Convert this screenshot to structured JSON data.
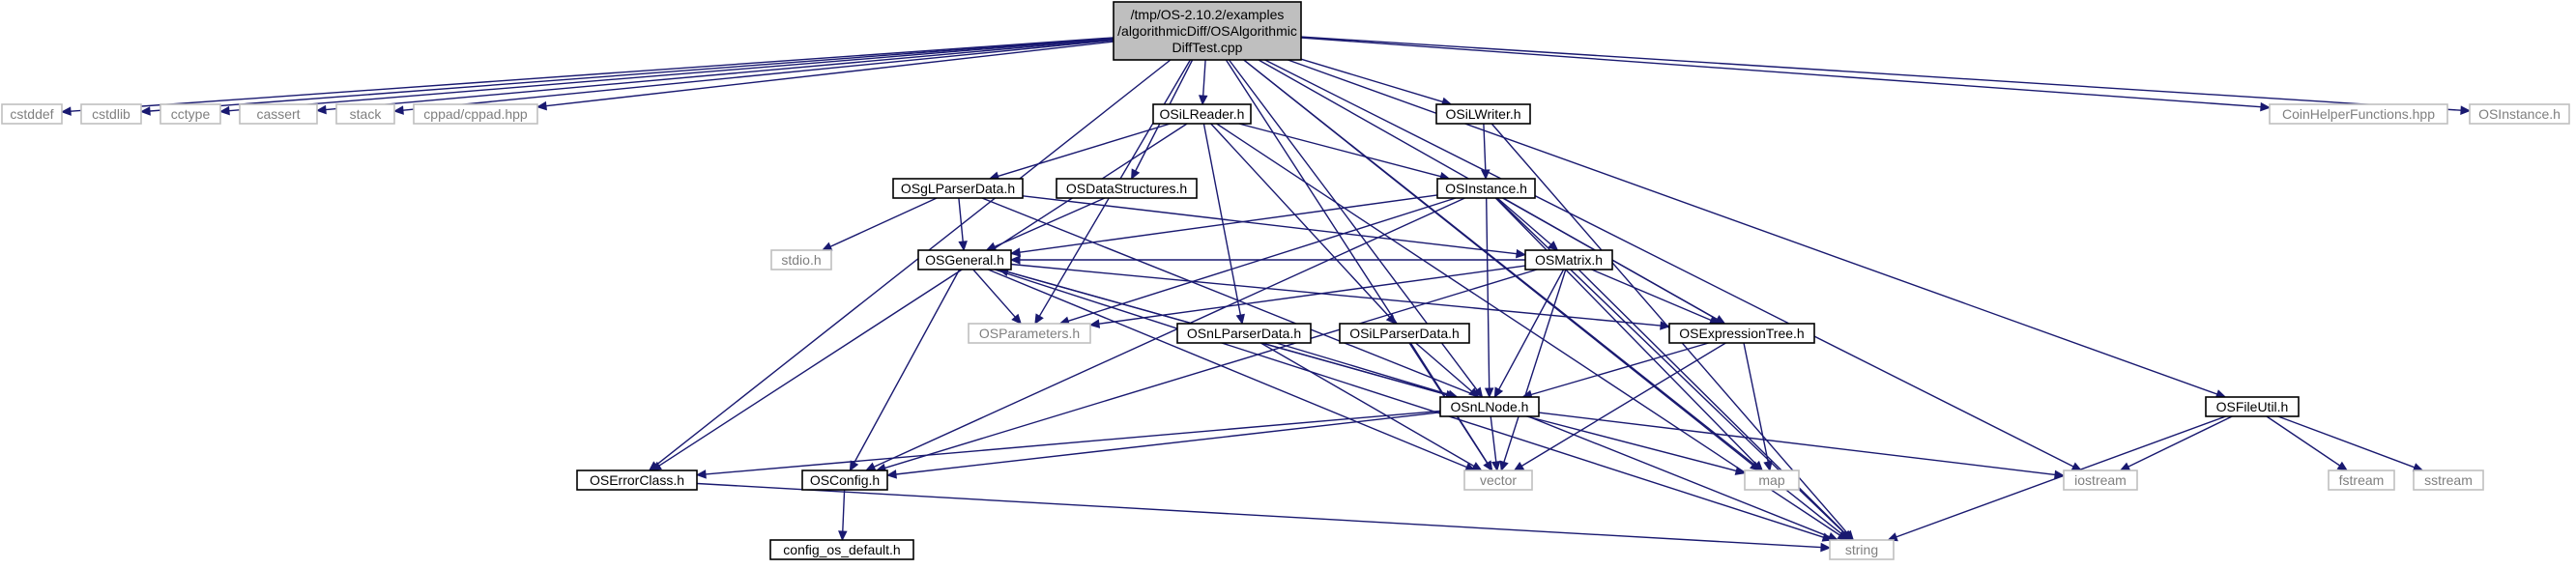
{
  "diagram": {
    "kind": "include-dependency-graph",
    "colors": {
      "edge": "#191970",
      "root_fill": "#bfbfbf",
      "missing_text": "#7f7f7f",
      "missing_border": "#bfbfbf",
      "node_border": "#000000"
    },
    "nodes": [
      {
        "id": "root",
        "label_lines": [
          "/tmp/OS-2.10.2/examples",
          "/algorithmicDiff/OSAlgorithmic",
          "DiffTest.cpp"
        ],
        "style": "root"
      },
      {
        "id": "cstddef",
        "label_lines": [
          "cstddef"
        ],
        "style": "missing"
      },
      {
        "id": "cstdlib",
        "label_lines": [
          "cstdlib"
        ],
        "style": "missing"
      },
      {
        "id": "cctype",
        "label_lines": [
          "cctype"
        ],
        "style": "missing"
      },
      {
        "id": "cassert",
        "label_lines": [
          "cassert"
        ],
        "style": "missing"
      },
      {
        "id": "stack",
        "label_lines": [
          "stack"
        ],
        "style": "missing"
      },
      {
        "id": "cppad",
        "label_lines": [
          "cppad/cppad.hpp"
        ],
        "style": "missing"
      },
      {
        "id": "OSiLReader",
        "label_lines": [
          "OSiLReader.h"
        ],
        "style": "normal"
      },
      {
        "id": "OSiLWriter",
        "label_lines": [
          "OSiLWriter.h"
        ],
        "style": "normal"
      },
      {
        "id": "CoinHelper",
        "label_lines": [
          "CoinHelperFunctions.hpp"
        ],
        "style": "missing"
      },
      {
        "id": "OSInstanceTop",
        "label_lines": [
          "OSInstance.h"
        ],
        "style": "missing"
      },
      {
        "id": "OSgLParserData",
        "label_lines": [
          "OSgLParserData.h"
        ],
        "style": "normal"
      },
      {
        "id": "OSDataStructures",
        "label_lines": [
          "OSDataStructures.h"
        ],
        "style": "normal"
      },
      {
        "id": "OSInstance",
        "label_lines": [
          "OSInstance.h"
        ],
        "style": "normal"
      },
      {
        "id": "stdio",
        "label_lines": [
          "stdio.h"
        ],
        "style": "missing"
      },
      {
        "id": "OSGeneral",
        "label_lines": [
          "OSGeneral.h"
        ],
        "style": "normal"
      },
      {
        "id": "OSMatrix",
        "label_lines": [
          "OSMatrix.h"
        ],
        "style": "normal"
      },
      {
        "id": "OSParameters",
        "label_lines": [
          "OSParameters.h"
        ],
        "style": "missing"
      },
      {
        "id": "OSnLParserData",
        "label_lines": [
          "OSnLParserData.h"
        ],
        "style": "normal"
      },
      {
        "id": "OSiLParserData",
        "label_lines": [
          "OSiLParserData.h"
        ],
        "style": "normal"
      },
      {
        "id": "OSExpressionTree",
        "label_lines": [
          "OSExpressionTree.h"
        ],
        "style": "normal"
      },
      {
        "id": "OSnLNode",
        "label_lines": [
          "OSnLNode.h"
        ],
        "style": "normal"
      },
      {
        "id": "OSFileUtil",
        "label_lines": [
          "OSFileUtil.h"
        ],
        "style": "normal"
      },
      {
        "id": "OSErrorClass",
        "label_lines": [
          "OSErrorClass.h"
        ],
        "style": "normal"
      },
      {
        "id": "OSConfig",
        "label_lines": [
          "OSConfig.h"
        ],
        "style": "normal"
      },
      {
        "id": "vector",
        "label_lines": [
          "vector"
        ],
        "style": "missing"
      },
      {
        "id": "map",
        "label_lines": [
          "map"
        ],
        "style": "missing"
      },
      {
        "id": "iostream",
        "label_lines": [
          "iostream"
        ],
        "style": "missing"
      },
      {
        "id": "fstream",
        "label_lines": [
          "fstream"
        ],
        "style": "missing"
      },
      {
        "id": "sstream",
        "label_lines": [
          "sstream"
        ],
        "style": "missing"
      },
      {
        "id": "config_os_default",
        "label_lines": [
          "config_os_default.h"
        ],
        "style": "normal"
      },
      {
        "id": "string",
        "label_lines": [
          "string"
        ],
        "style": "missing"
      }
    ],
    "edges": [
      [
        "root",
        "cstddef"
      ],
      [
        "root",
        "cstdlib"
      ],
      [
        "root",
        "cctype"
      ],
      [
        "root",
        "cassert"
      ],
      [
        "root",
        "stack"
      ],
      [
        "root",
        "cppad"
      ],
      [
        "root",
        "OSiLReader"
      ],
      [
        "root",
        "OSiLWriter"
      ],
      [
        "root",
        "CoinHelper"
      ],
      [
        "root",
        "OSInstanceTop"
      ],
      [
        "root",
        "OSDataStructures"
      ],
      [
        "root",
        "OSParameters"
      ],
      [
        "root",
        "OSErrorClass"
      ],
      [
        "root",
        "OSExpressionTree"
      ],
      [
        "root",
        "OSnLNode"
      ],
      [
        "root",
        "vector"
      ],
      [
        "root",
        "map"
      ],
      [
        "root",
        "iostream"
      ],
      [
        "root",
        "OSFileUtil"
      ],
      [
        "root",
        "string"
      ],
      [
        "OSiLReader",
        "OSgLParserData"
      ],
      [
        "OSiLReader",
        "OSInstance"
      ],
      [
        "OSiLReader",
        "OSnLParserData"
      ],
      [
        "OSiLReader",
        "OSiLParserData"
      ],
      [
        "OSiLReader",
        "OSErrorClass"
      ],
      [
        "OSiLReader",
        "string"
      ],
      [
        "OSiLWriter",
        "OSInstance"
      ],
      [
        "OSiLWriter",
        "string"
      ],
      [
        "OSgLParserData",
        "stdio"
      ],
      [
        "OSgLParserData",
        "OSGeneral"
      ],
      [
        "OSgLParserData",
        "OSMatrix"
      ],
      [
        "OSgLParserData",
        "string"
      ],
      [
        "OSDataStructures",
        "OSGeneral"
      ],
      [
        "OSInstance",
        "OSGeneral"
      ],
      [
        "OSInstance",
        "OSMatrix"
      ],
      [
        "OSInstance",
        "OSParameters"
      ],
      [
        "OSInstance",
        "OSExpressionTree"
      ],
      [
        "OSInstance",
        "OSnLNode"
      ],
      [
        "OSInstance",
        "OSConfig"
      ],
      [
        "OSInstance",
        "map"
      ],
      [
        "OSInstance",
        "string"
      ],
      [
        "OSGeneral",
        "OSParameters"
      ],
      [
        "OSGeneral",
        "OSConfig"
      ],
      [
        "OSGeneral",
        "OSExpressionTree"
      ],
      [
        "OSGeneral",
        "OSnLNode"
      ],
      [
        "OSGeneral",
        "vector"
      ],
      [
        "OSGeneral",
        "string"
      ],
      [
        "OSMatrix",
        "OSGeneral"
      ],
      [
        "OSMatrix",
        "OSParameters"
      ],
      [
        "OSMatrix",
        "OSExpressionTree"
      ],
      [
        "OSMatrix",
        "OSnLNode"
      ],
      [
        "OSMatrix",
        "OSConfig"
      ],
      [
        "OSMatrix",
        "vector"
      ],
      [
        "OSMatrix",
        "string"
      ],
      [
        "OSnLParserData",
        "OSnLNode"
      ],
      [
        "OSnLParserData",
        "vector"
      ],
      [
        "OSiLParserData",
        "OSnLNode"
      ],
      [
        "OSiLParserData",
        "vector"
      ],
      [
        "OSExpressionTree",
        "OSnLNode"
      ],
      [
        "OSExpressionTree",
        "vector"
      ],
      [
        "OSExpressionTree",
        "map"
      ],
      [
        "OSnLNode",
        "OSGeneral"
      ],
      [
        "OSnLNode",
        "OSErrorClass"
      ],
      [
        "OSnLNode",
        "OSConfig"
      ],
      [
        "OSnLNode",
        "vector"
      ],
      [
        "OSnLNode",
        "map"
      ],
      [
        "OSnLNode",
        "iostream"
      ],
      [
        "OSFileUtil",
        "iostream"
      ],
      [
        "OSFileUtil",
        "fstream"
      ],
      [
        "OSFileUtil",
        "sstream"
      ],
      [
        "OSFileUtil",
        "string"
      ],
      [
        "OSErrorClass",
        "string"
      ],
      [
        "OSConfig",
        "config_os_default"
      ]
    ]
  }
}
